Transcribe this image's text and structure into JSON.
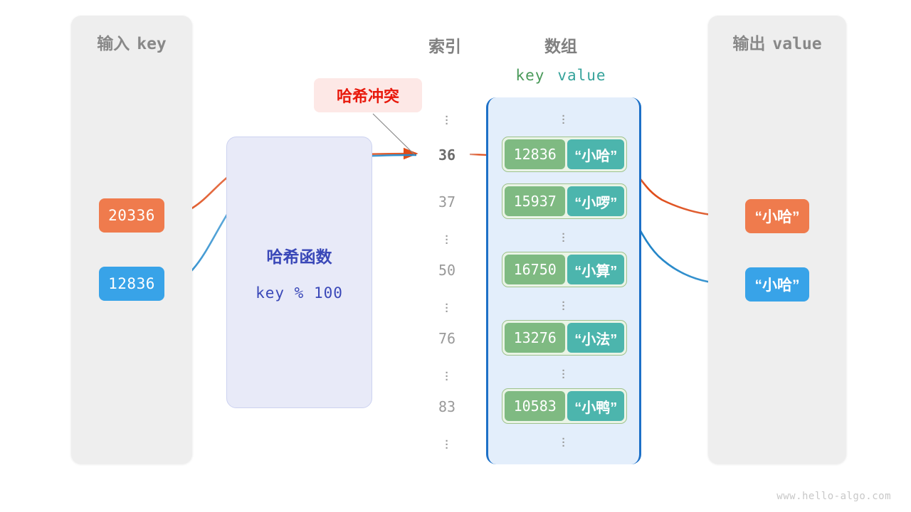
{
  "watermark": "www.hello-algo.com",
  "panels": {
    "input": {
      "title_cn": "输入",
      "title_mono": "key"
    },
    "output": {
      "title_cn": "输出",
      "title_mono": "value"
    }
  },
  "headings": {
    "index": "索引",
    "array": "数组",
    "key": "key",
    "value": "value"
  },
  "hash_function": {
    "title": "哈希函数",
    "expression": "key % 100"
  },
  "collision": {
    "label": "哈希冲突"
  },
  "inputs": [
    {
      "key": "20336",
      "color": "#ef7b4d"
    },
    {
      "key": "12836",
      "color": "#38a3e8"
    }
  ],
  "outputs": [
    {
      "value": "“小哈”",
      "color": "#ef7b4d"
    },
    {
      "value": "“小哈”",
      "color": "#38a3e8"
    }
  ],
  "index_column": [
    "⋮",
    "36",
    "37",
    "⋮",
    "50",
    "⋮",
    "76",
    "⋮",
    "83",
    "⋮"
  ],
  "highlight_index": "36",
  "buckets": [
    {
      "key": "12836",
      "value": "“小哈”"
    },
    {
      "key": "15937",
      "value": "“小啰”"
    },
    {
      "key": "16750",
      "value": "“小算”"
    },
    {
      "key": "13276",
      "value": "“小法”"
    },
    {
      "key": "10583",
      "value": "“小鸭”"
    }
  ],
  "colors": {
    "key_cell": "#7fba82",
    "value_cell": "#4cb5ad",
    "array_border": "#1d70c7",
    "array_fill": "#e3eefb",
    "hash_box_fill": "#e8eaf8",
    "hash_text": "#3a48b8",
    "collision_text": "#e8190c",
    "collision_fill": "#fde8e6",
    "panel_fill": "#eeeeee"
  }
}
